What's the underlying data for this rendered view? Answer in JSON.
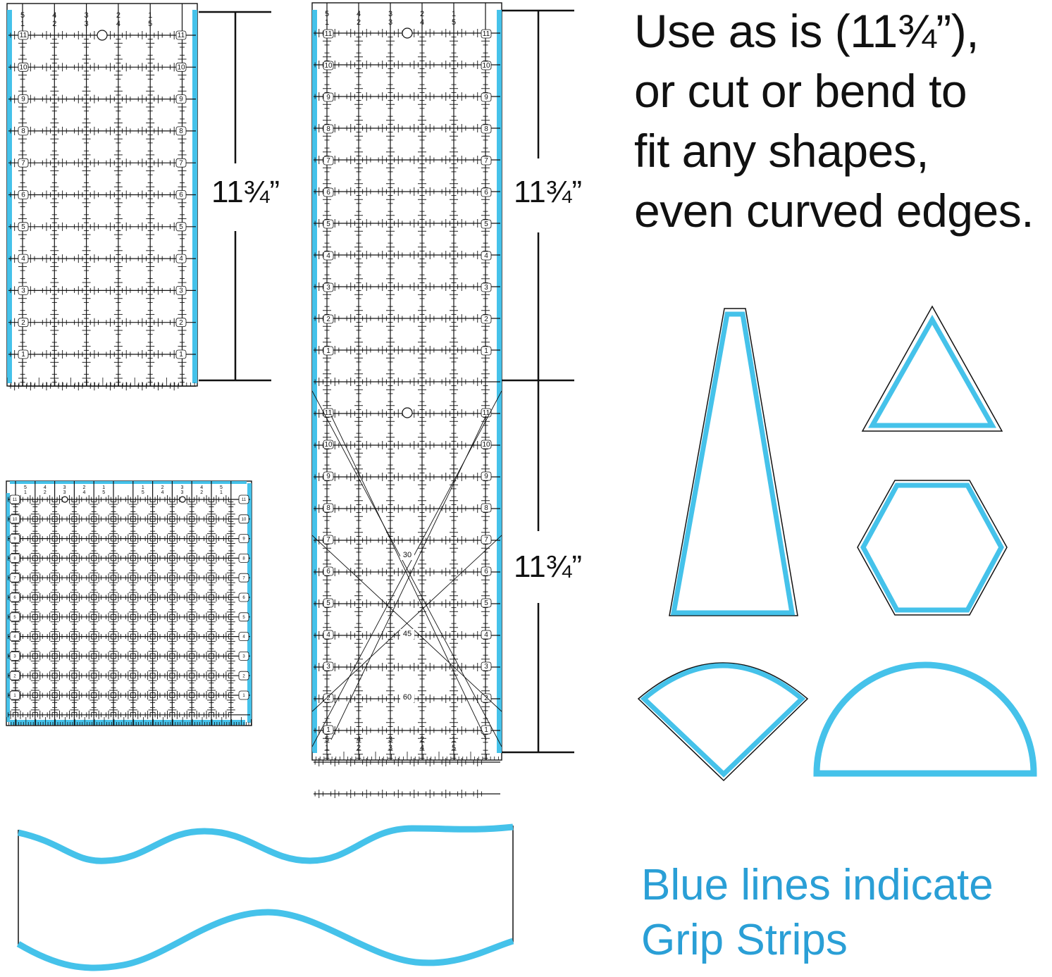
{
  "headline": {
    "lines": [
      "Use as is (11¾”),",
      "or cut or bend to",
      "fit any shapes,",
      "even curved edges."
    ]
  },
  "legend": {
    "lines": [
      "Blue lines indicate",
      "Grip Strips"
    ]
  },
  "dimensions": {
    "left_ruler": "11¾”",
    "right_upper": "11¾”",
    "right_lower": "11¾”"
  },
  "ruler_numbers": {
    "rows": [
      "11",
      "10",
      "9",
      "8",
      "7",
      "6",
      "5",
      "4",
      "3",
      "2",
      "1"
    ],
    "top_pairs": [
      [
        "5",
        "1"
      ],
      [
        "4",
        "2"
      ],
      [
        "3",
        "3"
      ],
      [
        "2",
        "4"
      ],
      [
        "1",
        "5"
      ]
    ],
    "bottom_pairs": [
      [
        "5",
        "1"
      ],
      [
        "4",
        "2"
      ],
      [
        "3",
        "3"
      ],
      [
        "2",
        "4"
      ],
      [
        "1",
        "5"
      ]
    ],
    "angles": [
      "30",
      "45",
      "60"
    ]
  },
  "colors": {
    "grip_strip": "#45c2ea",
    "line": "#111111",
    "legend_text": "#2a9fd6"
  },
  "shapes": [
    "tapered-trapezoid",
    "triangle",
    "hexagon",
    "fan-wedge",
    "half-circle",
    "wavy-strip"
  ]
}
